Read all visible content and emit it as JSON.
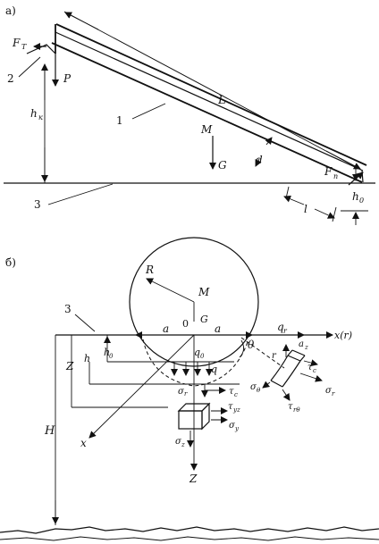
{
  "panel_a": {
    "label": "а)",
    "F_T": "F",
    "F_T_sub": "T",
    "num_2": "2",
    "P": "P",
    "L": "L",
    "h_k": "h",
    "h_k_sub": "к",
    "num_1": "1",
    "M": "M",
    "G": "G",
    "d": "d",
    "F_n": "F",
    "F_n_sub": "n",
    "num_3": "3",
    "l": "l",
    "h0": "h",
    "h0_sub": "0"
  },
  "panel_b": {
    "label": "б)",
    "R": "R",
    "M": "M",
    "zero": "0",
    "G": "G",
    "num_3": "3",
    "a_left": "a",
    "a_right": "a",
    "q_r": "q",
    "q_r_sub": "r",
    "x_r": "x(r)",
    "h0": "h",
    "h0_sub": "0",
    "h": "h",
    "q0": "q",
    "q0_sub": "0",
    "q": "q",
    "theta": "θ",
    "sigma_r_small": "σ",
    "sigma_r_small_sub": "r",
    "tau_c": "τ",
    "tau_c_sub": "c",
    "Z_label": "Z",
    "H_label": "H",
    "x": "x",
    "tau_yz": "τ",
    "tau_yz_sub": "yz",
    "sigma_y": "σ",
    "sigma_y_sub": "y",
    "sigma_z": "σ",
    "sigma_z_sub": "z",
    "Z_axis": "Z",
    "r_label": "r",
    "a_z": "a",
    "a_z_sub": "z",
    "tau_c2": "τ",
    "tau_c2_sub": "c",
    "sigma_theta": "σ",
    "sigma_theta_sub": "θ",
    "tau_rtheta": "τ",
    "tau_rtheta_sub": "rθ",
    "sigma_r": "σ",
    "sigma_r_sub": "r"
  }
}
